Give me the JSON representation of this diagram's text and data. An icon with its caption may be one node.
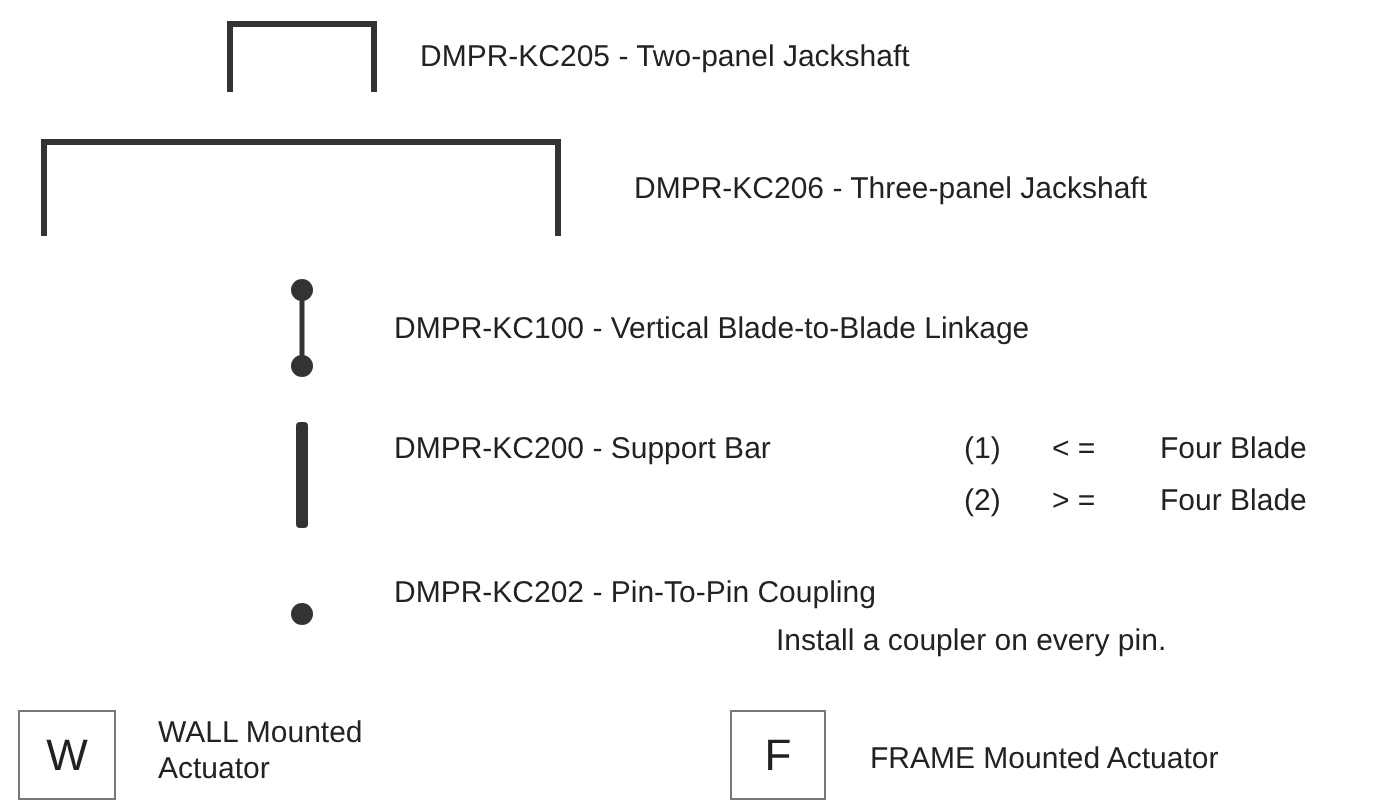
{
  "diagram": {
    "nodes": [
      {
        "text": [
          "W"
        ],
        "beside": [
          "WALL Mounted Actuator"
        ]
      },
      {
        "text": [
          "F"
        ],
        "beside": [
          "FRAME Mounted Actuator"
        ]
      }
    ],
    "labels": [
      "(1)",
      "< =",
      "Four Blade",
      "(2)",
      "> =",
      "Four Blade",
      "Install a coupler on every pin."
    ],
    "legend": [
      {
        "text": "DMPR-KC205 - Two-panel Jackshaft"
      },
      {
        "text": "DMPR-KC206 - Three-panel Jackshaft"
      },
      {
        "text": "DMPR-KC100 - Vertical Blade-to-Blade Linkage"
      },
      {
        "text": "DMPR-KC200 - Support Bar"
      },
      {
        "text": "DMPR-KC202 - Pin-To-Pin Coupling"
      }
    ]
  }
}
